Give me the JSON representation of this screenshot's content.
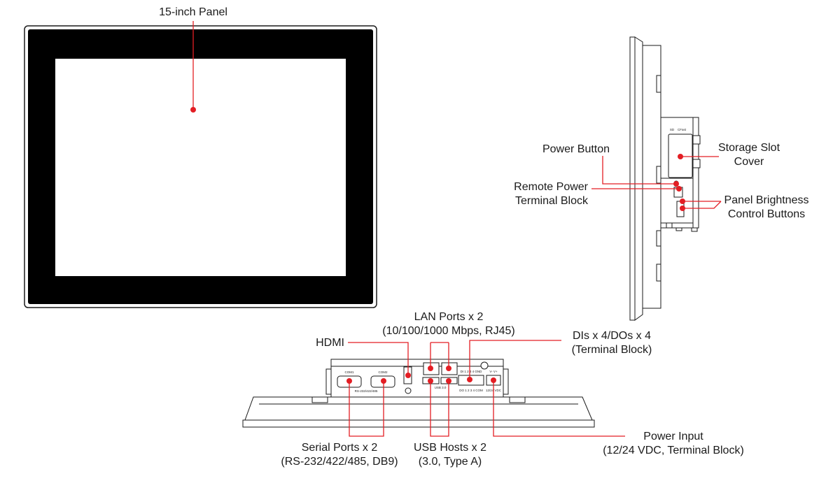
{
  "colors": {
    "accent": "#e31e24",
    "outline": "#1a1a1a",
    "bezel": "#000000",
    "screen": "#ffffff",
    "body_fill": "#ffffff",
    "shade": "#bdbdbd"
  },
  "labels": {
    "panel": "15-inch Panel",
    "power_button": "Power Button",
    "remote_power": "Remote Power\nTerminal Block",
    "storage_slot": "Storage Slot\nCover",
    "brightness": "Panel Brightness\nControl Buttons",
    "lan_ports": "LAN Ports x 2\n(10/100/1000 Mbps, RJ45)",
    "hdmi": "HDMI",
    "dio": "DIs x 4/DOs x 4\n(Terminal Block)",
    "serial_ports": "Serial Ports x 2\n(RS-232/422/485, DB9)",
    "usb_hosts": "USB Hosts x 2\n(3.0, Type A)",
    "power_input": "Power Input\n(12/24 VDC, Terminal Block)"
  },
  "device_marks": {
    "com1": "COM1",
    "com2": "COM2",
    "serial_std": "RS-232/422/485",
    "usb": "USB 3.0",
    "di": "DI  1  2  3  4  GND",
    "do": "DO  1  2  3  4  COM",
    "power_label": "12/24 VDC",
    "power_pins": "V-  V+",
    "storage_sd": "SD",
    "storage_cfast": "CFast"
  }
}
